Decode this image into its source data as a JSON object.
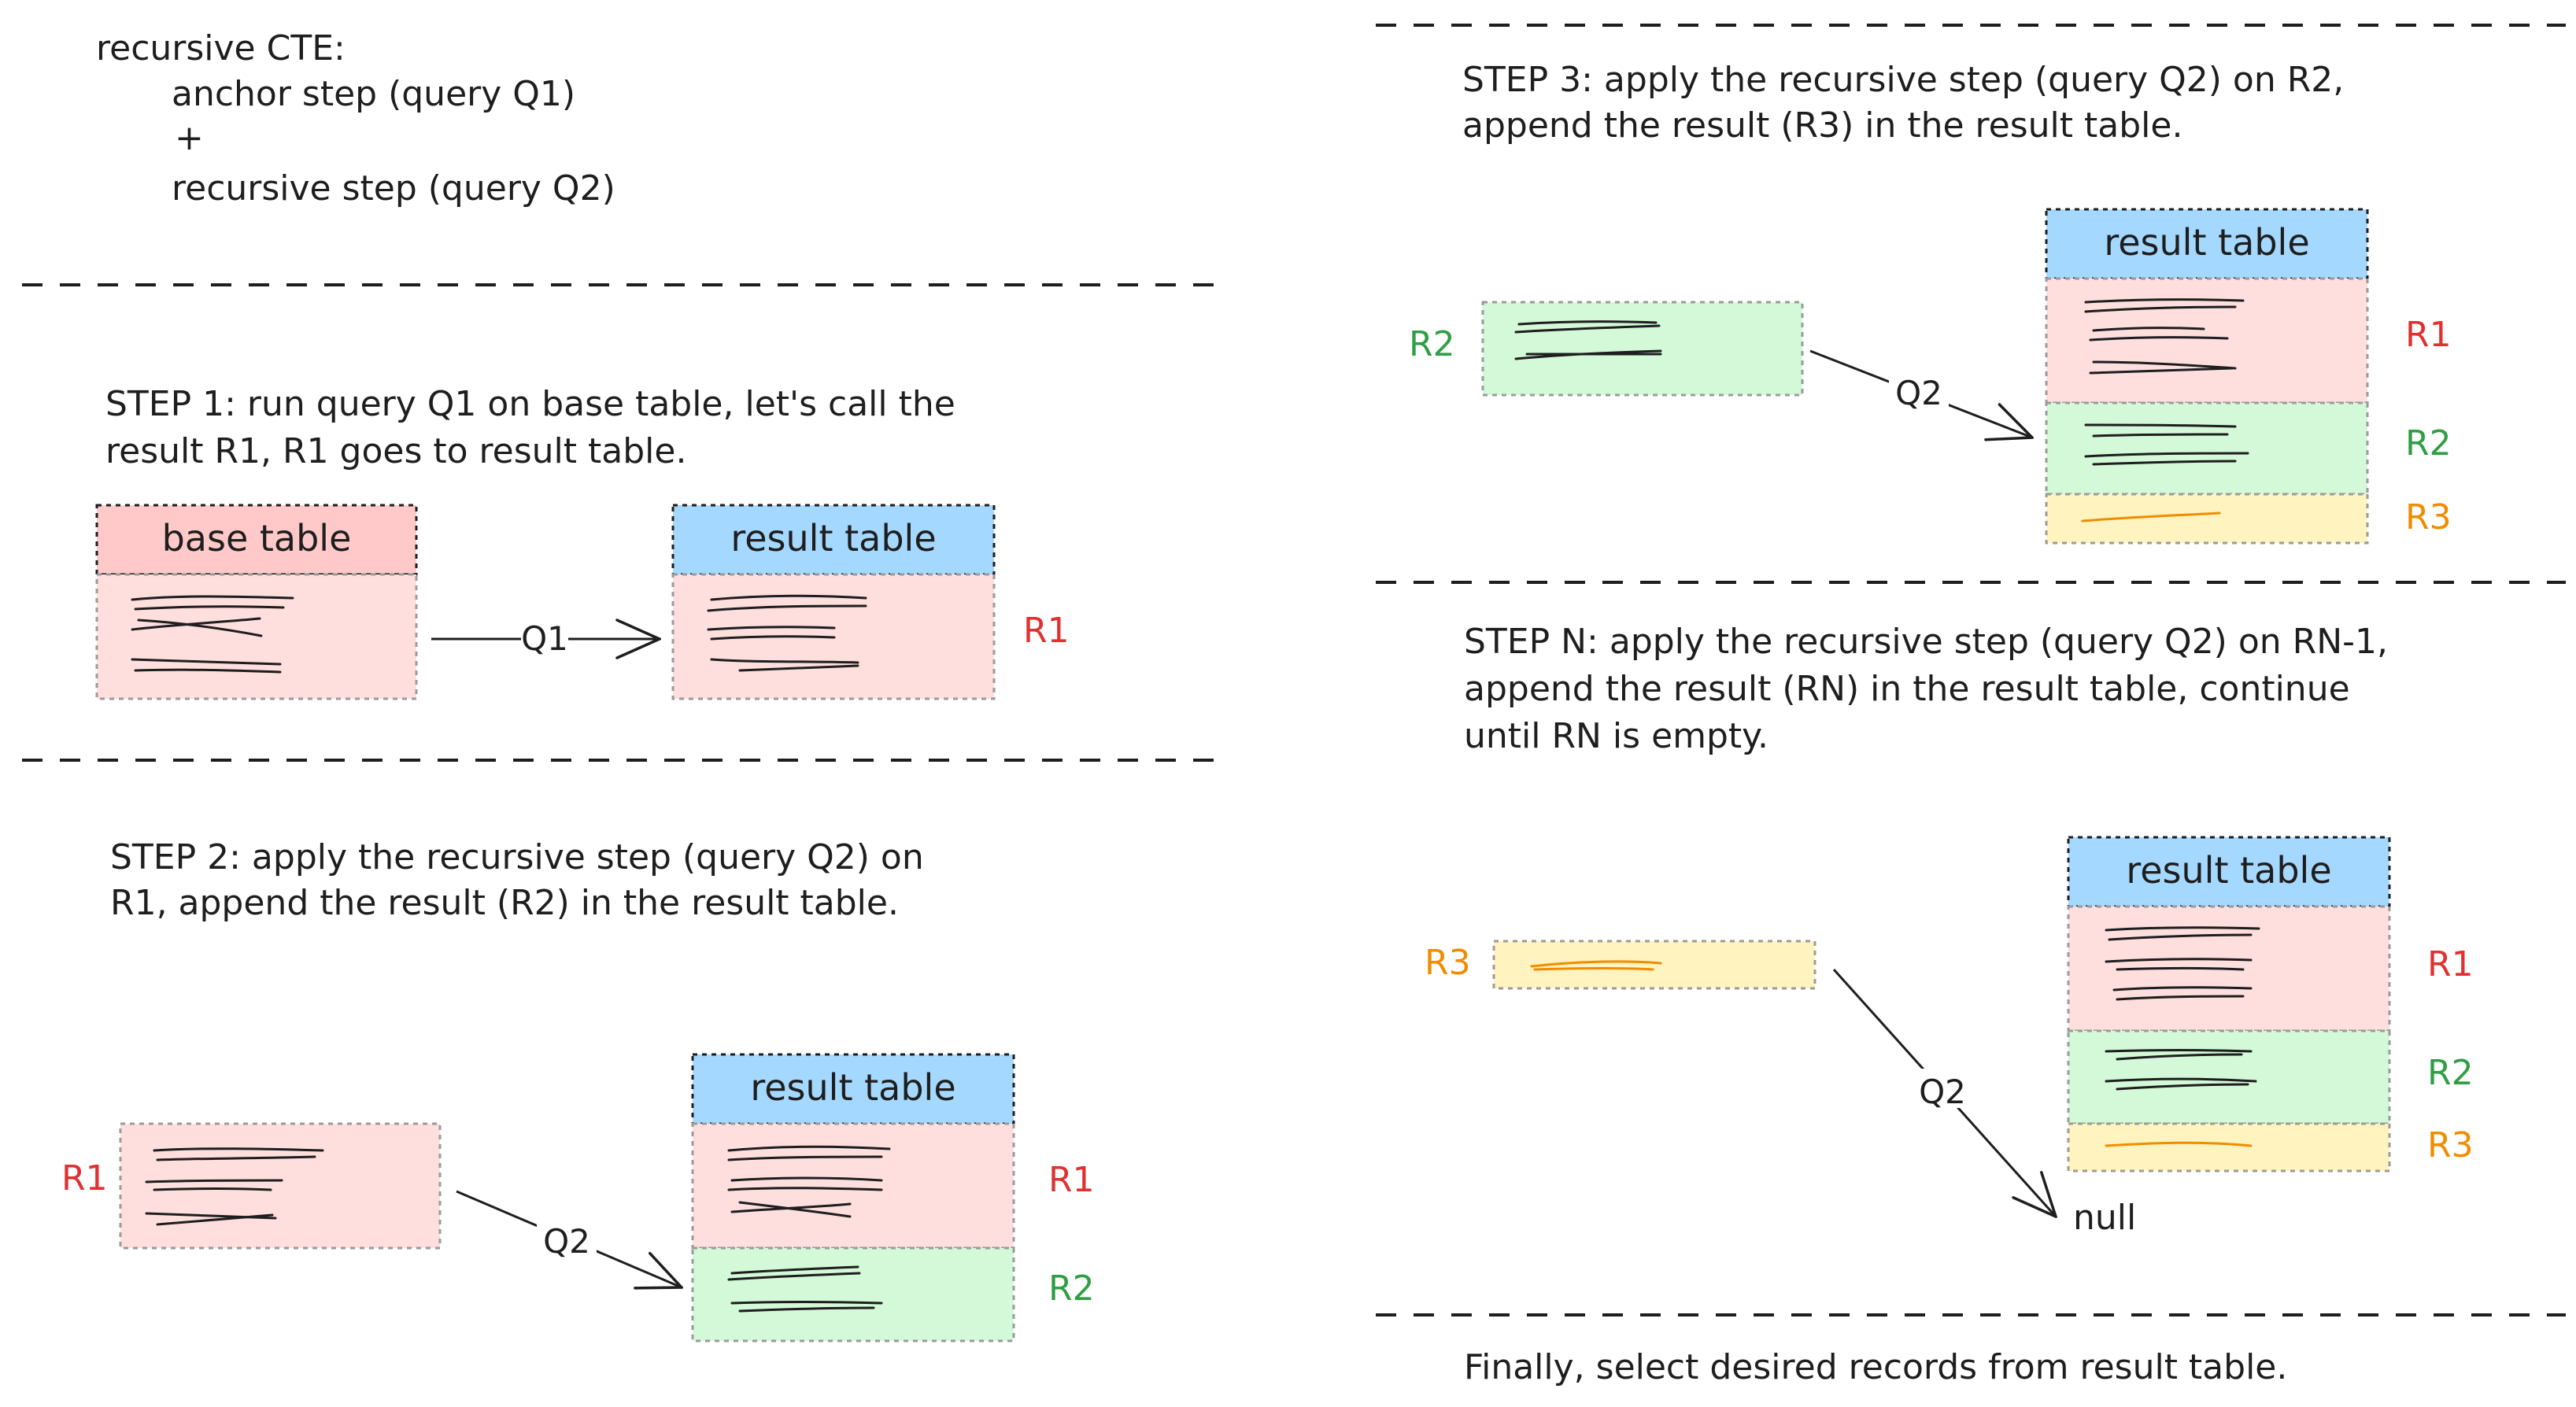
{
  "colors": {
    "ink": "#1e1e1e",
    "pink_fill": "#ffdede",
    "pink_head": "#ffc9c9",
    "blue_head": "#a5d8ff",
    "green_fill": "#d3f9d8",
    "yellow_fill": "#fff3bf",
    "red_label": "#e03131",
    "green_label": "#2f9e44",
    "orange_label": "#f08c00",
    "orange_line": "#f08c00"
  },
  "intro": {
    "line1": "recursive CTE:",
    "line2": "anchor step (query Q1)",
    "line3": "+",
    "line4": "recursive step (query Q2)"
  },
  "step1": {
    "line1": "STEP 1: run query Q1 on base table, let's call the",
    "line2": "result R1, R1 goes to result table.",
    "base_table_label": "base table",
    "result_table_label": "result table",
    "arrow_label": "Q1",
    "r1_label": "R1"
  },
  "step2": {
    "line1": "STEP 2: apply the recursive step (query Q2) on",
    "line2": "R1, append the result (R2) in the result table.",
    "input_label": "R1",
    "arrow_label": "Q2",
    "result_table_label": "result table",
    "r1_label": "R1",
    "r2_label": "R2"
  },
  "step3": {
    "line1": "STEP 3: apply the recursive step (query Q2) on R2,",
    "line2": "append the result (R3) in the result table.",
    "input_label": "R2",
    "arrow_label": "Q2",
    "result_table_label": "result table",
    "r1_label": "R1",
    "r2_label": "R2",
    "r3_label": "R3"
  },
  "stepN": {
    "line1": "STEP N: apply the recursive step (query Q2) on RN-1,",
    "line2": "append the result (RN) in the result table, continue",
    "line3": "until RN is empty.",
    "input_label": "R3",
    "arrow_label": "Q2",
    "null_label": "null",
    "result_table_label": "result table",
    "r1_label": "R1",
    "r2_label": "R2",
    "r3_label": "R3"
  },
  "finally": {
    "text": "Finally, select desired records from result table."
  }
}
